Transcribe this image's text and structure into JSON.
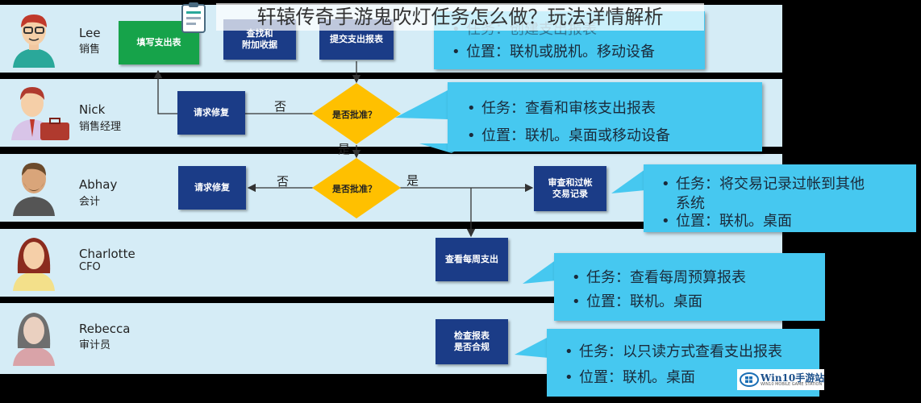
{
  "title": "轩辕传奇手游鬼吹灯任务怎么做？玩法详情解析",
  "lanes": [
    {
      "name": "Lee",
      "role": "销售"
    },
    {
      "name": "Nick",
      "role": "销售经理"
    },
    {
      "name": "Abhay",
      "role": "会计"
    },
    {
      "name": "Charlotte",
      "role": "CFO"
    },
    {
      "name": "Rebecca",
      "role": "审计员"
    }
  ],
  "boxes": {
    "fill_form": "填写支出表",
    "find_receipt": "查找和\n附加收据",
    "submit_report": "提交支出报表",
    "request_fix_1": "请求修复",
    "request_fix_2": "请求修复",
    "approve_entries": "审查和过帐\n交易记录",
    "weekly_review": "查看每周支出",
    "audit_check": "检查报表\n是否合规"
  },
  "decisions": {
    "d1": "是否批准？",
    "d2": "是否批准？"
  },
  "flow_labels": {
    "no1": "否",
    "yes1": "是",
    "no2": "否",
    "yes2": "是"
  },
  "callouts": {
    "c1": {
      "line1": "任务：创建支出报表",
      "line2": "位置：联机或脱机。移动设备"
    },
    "c2": {
      "line1": "任务：查看和审核支出报表",
      "line2": "位置：联机。桌面或移动设备"
    },
    "c3": {
      "line1": "任务：将交易记录过帐到其他",
      "line1b": "系统",
      "line2": "位置：联机。桌面"
    },
    "c4": {
      "line1": "任务：查看每周预算报表",
      "line2": "位置：联机。桌面"
    },
    "c5": {
      "line1": "任务：以只读方式查看支出报表",
      "line2": "位置：联机。桌面"
    }
  },
  "bullet": "•",
  "watermark": {
    "brand": "Win10手游站",
    "sub": "WIN10 MOBILE GAME STATION"
  },
  "colors": {
    "lane": "#d5ecf6",
    "navy": "#1b3c87",
    "green": "#16a34a",
    "diamond": "#ffc000",
    "callout": "#46c8f0"
  }
}
